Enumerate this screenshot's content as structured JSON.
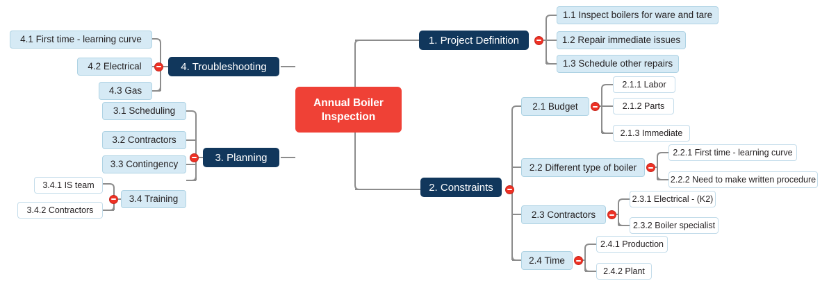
{
  "diagram": {
    "type": "mind-map",
    "title": "Annual Boiler Inspection",
    "colors": {
      "root_fill": "#EF4136",
      "main_fill": "#11375C",
      "sub_fill": "#D6EAF5",
      "sub_border": "#AFD3E4",
      "leaf_fill": "#FFFFFF",
      "leaf_border": "#C3DCEA",
      "connector": "#8C8C8C",
      "toggle_fill": "#EE3124"
    }
  },
  "root": {
    "label_line1": "Annual Boiler",
    "label_line2": "Inspection"
  },
  "branches": [
    {
      "id": "1",
      "label": "1. Project Definition",
      "side": "right",
      "children": [
        {
          "id": "1.1",
          "label": "1.1  Inspect boilers for ware and tare"
        },
        {
          "id": "1.2",
          "label": "1.2  Repair immediate issues"
        },
        {
          "id": "1.3",
          "label": "1.3  Schedule other repairs"
        }
      ]
    },
    {
      "id": "2",
      "label": "2. Constraints",
      "side": "right",
      "children": [
        {
          "id": "2.1",
          "label": "2.1 Budget",
          "children": [
            {
              "id": "2.1.1",
              "label": "2.1.1  Labor"
            },
            {
              "id": "2.1.2",
              "label": "2.1.2  Parts"
            },
            {
              "id": "2.1.3",
              "label": "2.1.3  Immediate"
            }
          ]
        },
        {
          "id": "2.2",
          "label": "2.2 Different type of boiler",
          "children": [
            {
              "id": "2.2.1",
              "label": "2.2.1  First time - learning curve"
            },
            {
              "id": "2.2.2",
              "label": "2.2.2  Need to make written procedure"
            }
          ]
        },
        {
          "id": "2.3",
          "label": "2.3 Contractors",
          "children": [
            {
              "id": "2.3.1",
              "label": "2.3.1  Electrical - (K2)"
            },
            {
              "id": "2.3.2",
              "label": "2.3.2  Boiler specialist"
            }
          ]
        },
        {
          "id": "2.4",
          "label": "2.4 Time",
          "children": [
            {
              "id": "2.4.1",
              "label": "2.4.1  Production"
            },
            {
              "id": "2.4.2",
              "label": "2.4.2  Plant"
            }
          ]
        }
      ]
    },
    {
      "id": "3",
      "label": "3. Planning",
      "side": "left",
      "children": [
        {
          "id": "3.1",
          "label": "3.1 Scheduling"
        },
        {
          "id": "3.2",
          "label": "3.2 Contractors"
        },
        {
          "id": "3.3",
          "label": "3.3 Contingency"
        },
        {
          "id": "3.4",
          "label": "3.4 Training",
          "children": [
            {
              "id": "3.4.1",
              "label": "3.4.1 IS team"
            },
            {
              "id": "3.4.2",
              "label": "3.4.2 Contractors"
            }
          ]
        }
      ]
    },
    {
      "id": "4",
      "label": "4. Troubleshooting",
      "side": "left",
      "children": [
        {
          "id": "4.1",
          "label": "4.1  First time - learning curve"
        },
        {
          "id": "4.2",
          "label": "4.2  Electrical"
        },
        {
          "id": "4.3",
          "label": "4.3  Gas"
        }
      ]
    }
  ]
}
